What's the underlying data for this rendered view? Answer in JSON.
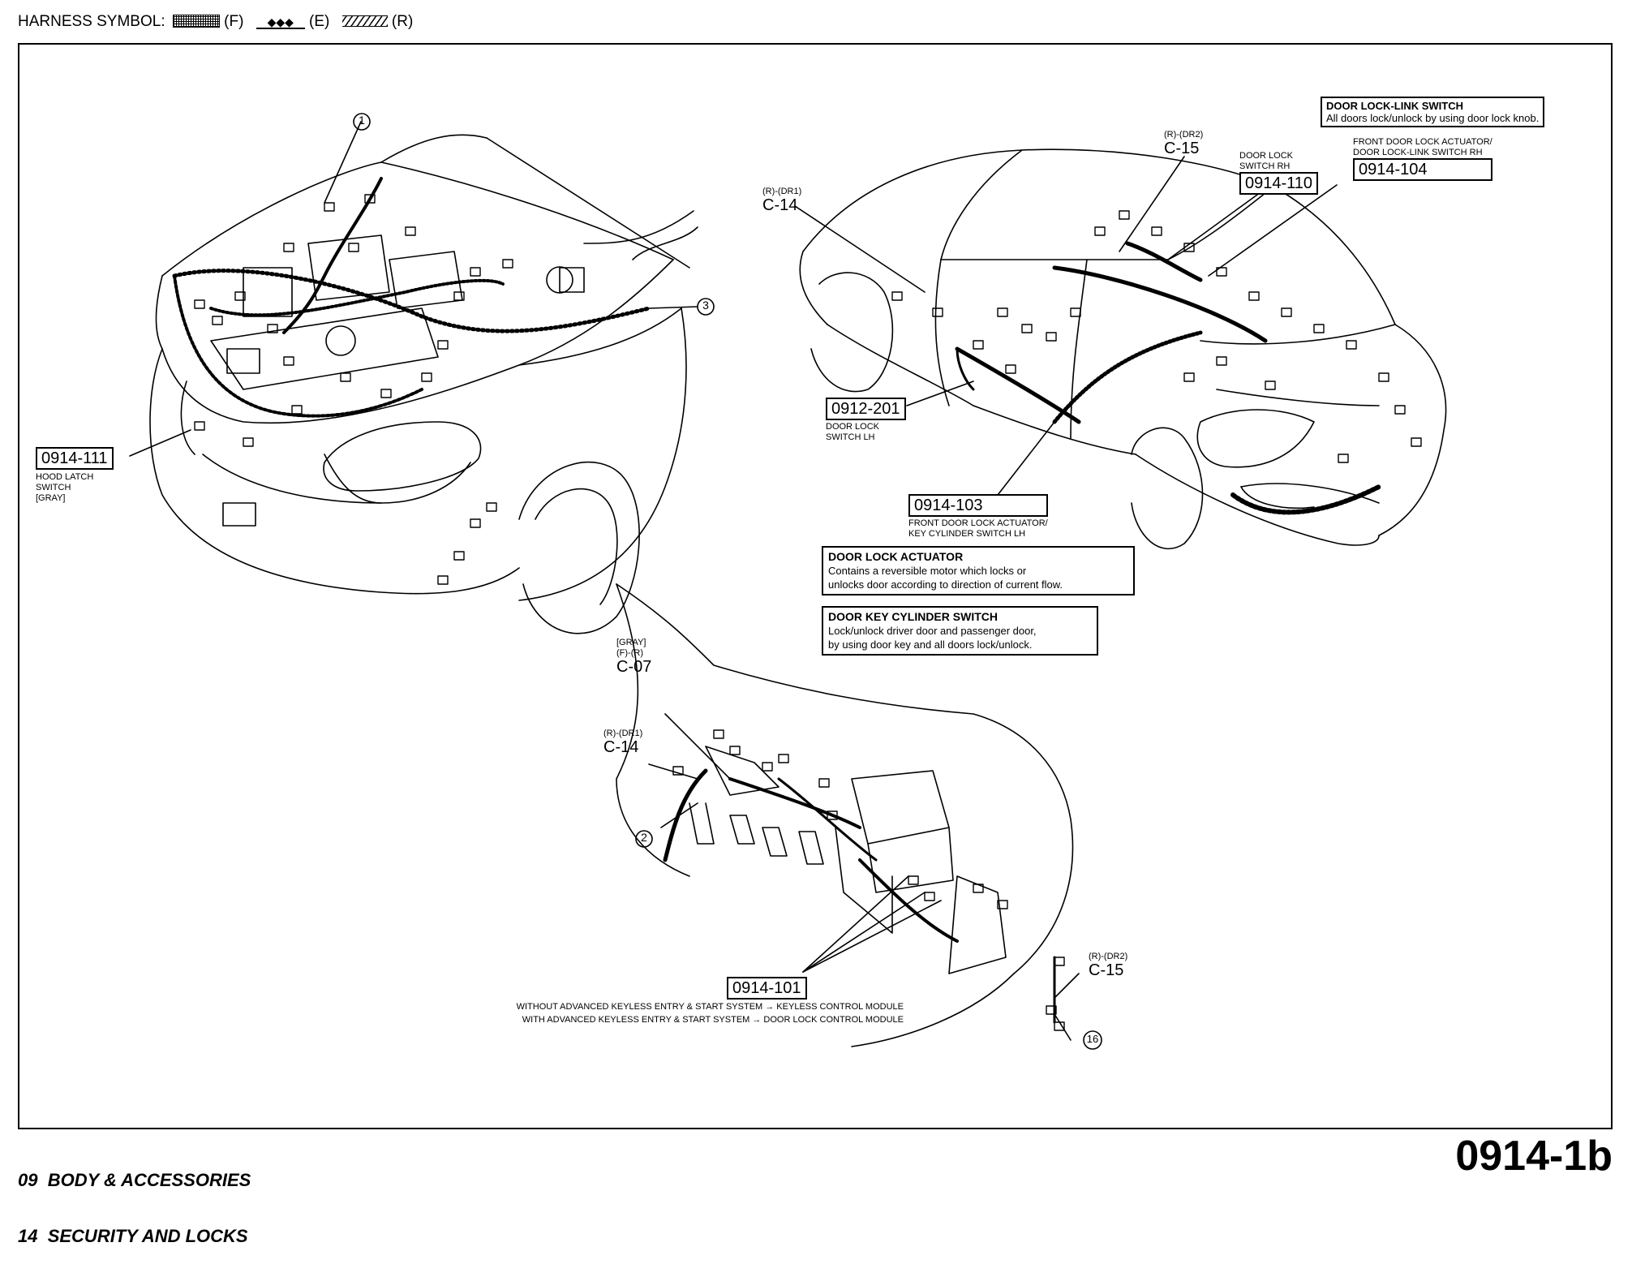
{
  "header": {
    "harness_symbol": "HARNESS SYMBOL:",
    "f": "(F)",
    "e": "(E)",
    "r": "(R)"
  },
  "callouts": {
    "c1": "1",
    "c2": "2",
    "c3": "3",
    "c16": "16"
  },
  "connectors": {
    "c14_top_tag": "(R)-(DR1)",
    "c14_top": "C-14",
    "c15_top_tag": "(R)-(DR2)",
    "c15_top": "C-15",
    "c07_tag1": "[GRAY]",
    "c07_tag2": "(F)-(R)",
    "c07": "C-07",
    "c14_bot_tag": "(R)-(DR1)",
    "c14_bot": "C-14",
    "c15_bot_tag": "(R)-(DR2)",
    "c15_bot": "C-15"
  },
  "components": {
    "hood": {
      "code": "0914-111",
      "l1": "HOOD LATCH",
      "l2": "SWITCH",
      "l3": "[GRAY]"
    },
    "dl_lh": {
      "code": "0912-201",
      "l1": "DOOR LOCK",
      "l2": "SWITCH LH"
    },
    "fdla_lh": {
      "code": "0914-103",
      "l1": "FRONT DOOR LOCK ACTUATOR/",
      "l2": "KEY CYLINDER SWITCH LH"
    },
    "dl_rh": {
      "code": "0914-110",
      "l1": "DOOR LOCK",
      "l2": "SWITCH RH"
    },
    "fdla_rh": {
      "code": "0914-104",
      "l1": "FRONT DOOR LOCK ACTUATOR/",
      "l2": "DOOR LOCK-LINK SWITCH RH"
    },
    "module": {
      "code": "0914-101",
      "l1": "WITHOUT ADVANCED KEYLESS ENTRY & START SYSTEM → KEYLESS CONTROL MODULE",
      "l2": "WITH ADVANCED KEYLESS ENTRY & START SYSTEM → DOOR LOCK CONTROL MODULE"
    }
  },
  "info_boxes": {
    "link_switch": {
      "title": "DOOR LOCK-LINK SWITCH",
      "body": "All doors lock/unlock by using door lock knob."
    },
    "actuator": {
      "title": "DOOR LOCK ACTUATOR",
      "l1": "Contains a reversible motor which locks or",
      "l2": "unlocks door according to direction of current flow."
    },
    "key_cyl": {
      "title": "DOOR KEY CYLINDER SWITCH",
      "l1": "Lock/unlock driver door and passenger door,",
      "l2": "by using door key and all doors lock/unlock."
    }
  },
  "footer": {
    "line1": "09  BODY & ACCESSORIES",
    "line2": "14  SECURITY AND LOCKS",
    "page": "0914-1b"
  }
}
